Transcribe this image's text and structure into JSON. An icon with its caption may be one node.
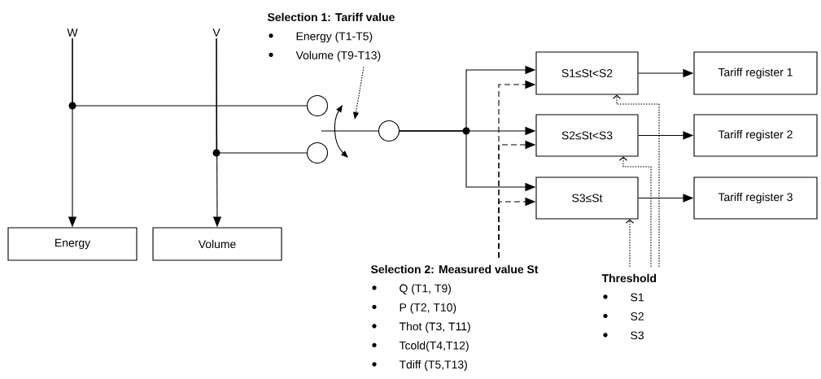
{
  "diagram": {
    "nodes": [
      {
        "text": [
          "W"
        ]
      },
      {
        "text": [
          "V"
        ]
      },
      {
        "text": [
          "Energy"
        ]
      },
      {
        "text": [
          "Volume"
        ]
      },
      {
        "text": [],
        "shape": "circle"
      },
      {
        "text": [],
        "shape": "circle"
      },
      {
        "text": [],
        "shape": "circle"
      },
      {
        "text": [
          "S1≤St<S2"
        ]
      },
      {
        "text": [
          "S2≤St<S3"
        ]
      },
      {
        "text": [
          "S3≤St"
        ]
      },
      {
        "text": [
          "Tariff register 1"
        ]
      },
      {
        "text": [
          "Tariff register 2"
        ]
      },
      {
        "text": [
          "Tariff register 3"
        ]
      },
      {
        "text": [
          "Selection 1: Tariff value",
          "Energy (T1-T5)",
          "Volume (T9-T13)"
        ]
      },
      {
        "text": [
          "Selection 2: Measured value St",
          "Q (T1, T9)",
          "P (T2, T10)",
          "Thot (T3, T11)",
          "Tcold(T4,T12)",
          "Tdiff (T5,T13)"
        ]
      },
      {
        "text": [
          "Threshold",
          "S1",
          "S2",
          "S3"
        ]
      }
    ],
    "edges": [
      {
        "from": 0,
        "to": 2,
        "arrow": "to"
      },
      {
        "from": 0,
        "to": 4,
        "arrow": "none"
      },
      {
        "from": 1,
        "to": 3,
        "arrow": "to"
      },
      {
        "from": 1,
        "to": 5,
        "arrow": "none"
      },
      {
        "from": 6,
        "to": 7,
        "arrow": "to"
      },
      {
        "from": 6,
        "to": 8,
        "arrow": "to"
      },
      {
        "from": 6,
        "to": 9,
        "arrow": "to"
      },
      {
        "from": 7,
        "to": 10,
        "arrow": "to"
      },
      {
        "from": 8,
        "to": 11,
        "arrow": "to"
      },
      {
        "from": 9,
        "to": 12,
        "arrow": "to"
      },
      {
        "from": 13,
        "to": null,
        "arrow": "to",
        "style": "dashed"
      },
      {
        "from": 14,
        "to": 7,
        "arrow": "to",
        "style": "dashed"
      },
      {
        "from": 14,
        "to": 8,
        "arrow": "to",
        "style": "dashed"
      },
      {
        "from": 14,
        "to": 9,
        "arrow": "to",
        "style": "dashed"
      },
      {
        "from": 15,
        "to": 9,
        "arrow": "to",
        "style": "dashed"
      },
      {
        "from": 15,
        "to": 8,
        "arrow": "to",
        "style": "dashed"
      },
      {
        "from": 15,
        "to": 7,
        "arrow": "to",
        "style": "dashed"
      }
    ]
  }
}
